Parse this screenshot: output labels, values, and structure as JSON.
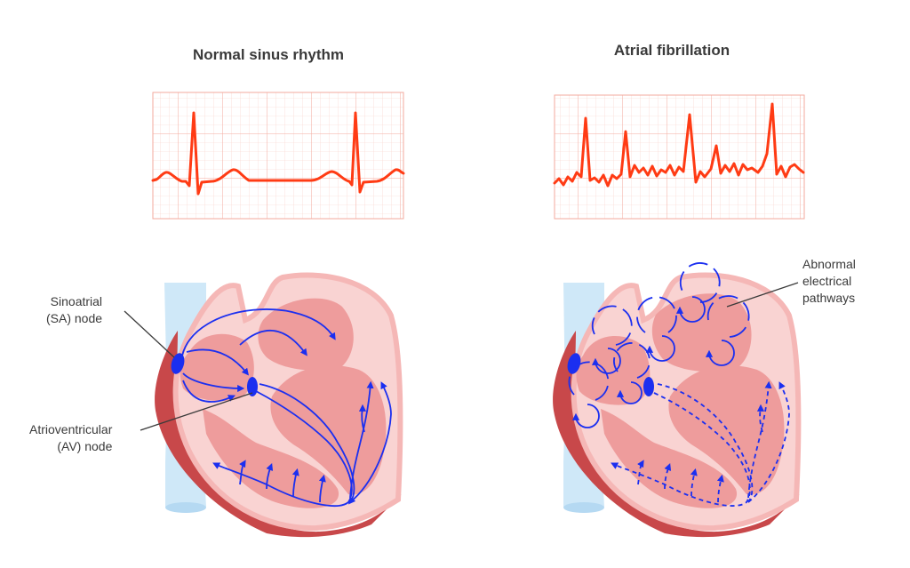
{
  "panels": {
    "normal": {
      "title": "Normal sinus rhythm"
    },
    "afib": {
      "title": "Atrial fibrillation"
    }
  },
  "labels": {
    "sa_node": [
      "Sinoatrial",
      "(SA) node"
    ],
    "av_node": [
      "Atrioventricular",
      "(AV) node"
    ],
    "abnormal": [
      "Abnormal",
      "electrical",
      "pathways"
    ]
  },
  "colors": {
    "ecg_trace": "#ff3b14",
    "ecg_grid": "#f6b9ad",
    "heart_wall": "#f9d3d2",
    "heart_outline": "#f5b7b6",
    "chamber": "#ee9c9c",
    "heart_base": "#c8484a",
    "vessel": "#cfe8f8",
    "conduction": "#1b2ff0",
    "label_text": "#3a3a3a"
  }
}
